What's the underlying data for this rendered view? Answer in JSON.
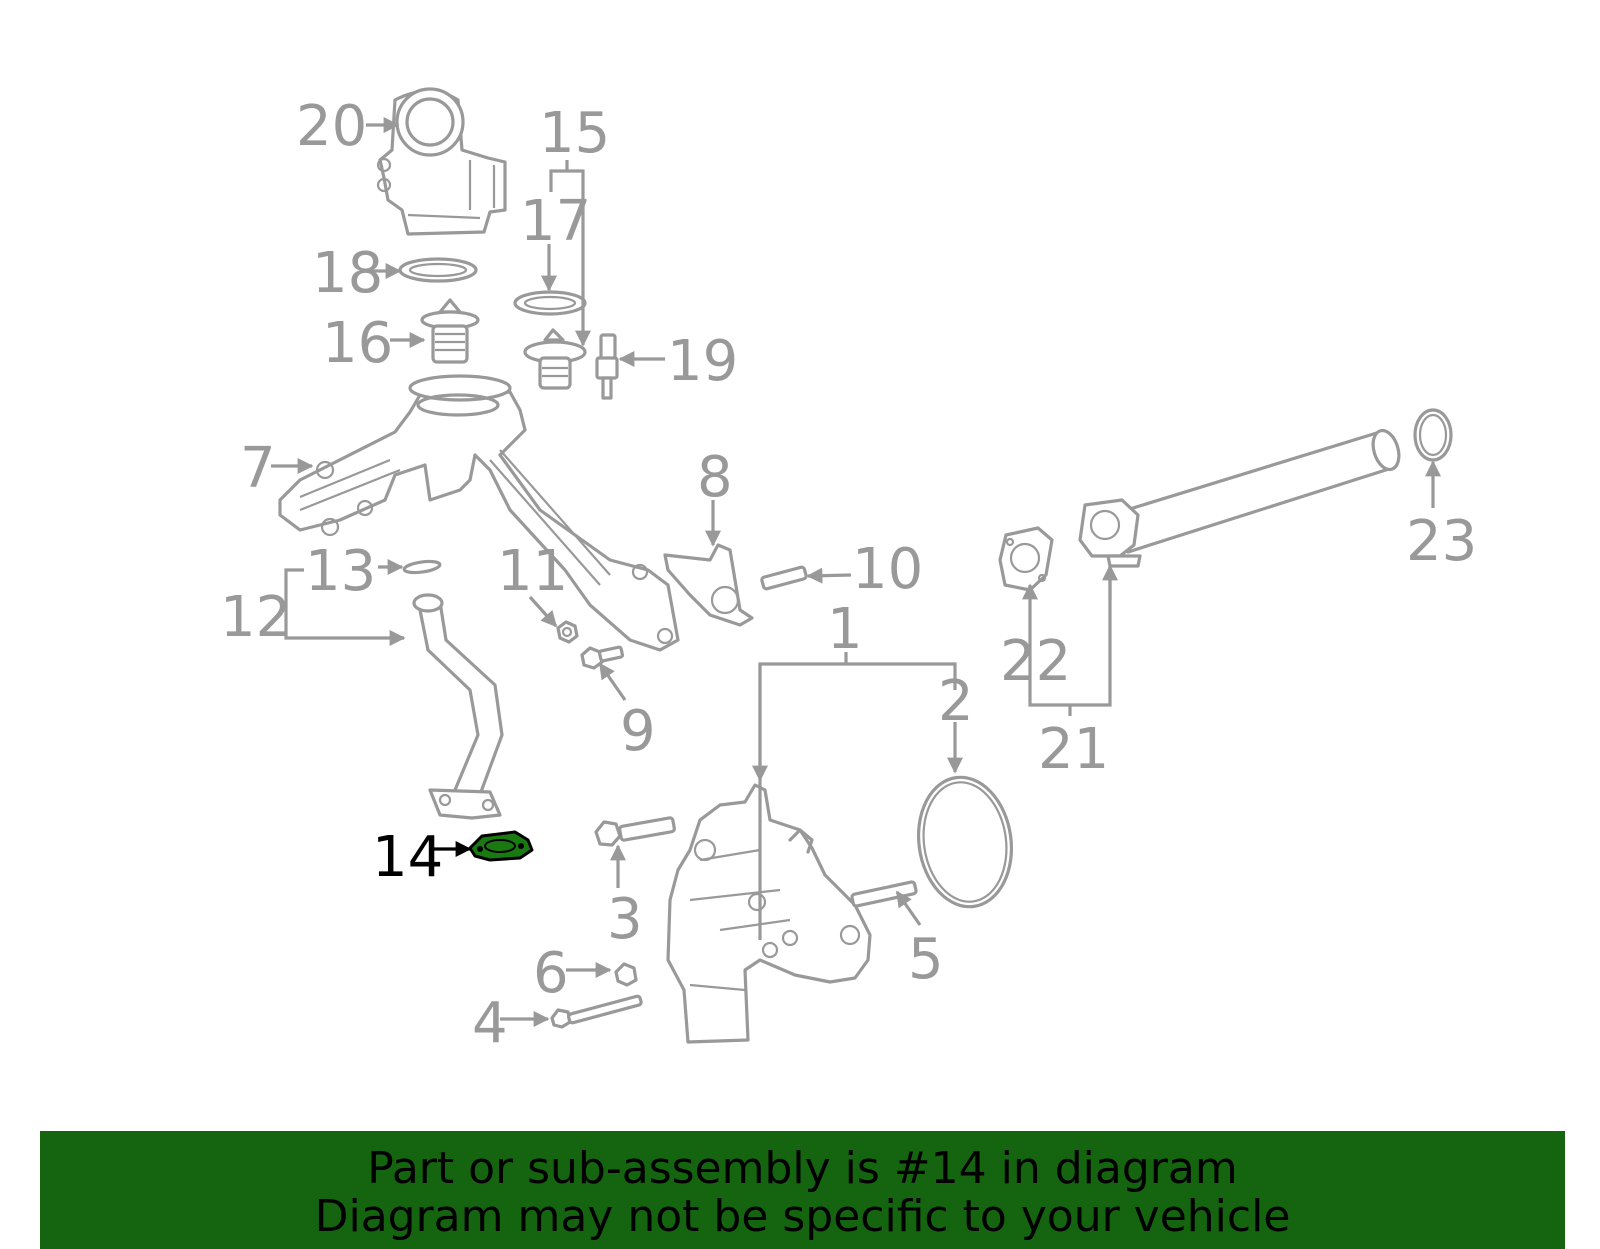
{
  "diagram": {
    "highlighted_part": "14",
    "colors": {
      "part_gray": "#999999",
      "highlight_fill": "#1a7a12",
      "highlight_label": "#000000",
      "banner_bg": "#146410"
    },
    "callouts": {
      "c1": "1",
      "c2": "2",
      "c3": "3",
      "c4": "4",
      "c5": "5",
      "c6": "6",
      "c7": "7",
      "c8": "8",
      "c9": "9",
      "c10": "10",
      "c11": "11",
      "c12": "12",
      "c13": "13",
      "c14": "14",
      "c15": "15",
      "c16": "16",
      "c17": "17",
      "c18": "18",
      "c19": "19",
      "c20": "20",
      "c21": "21",
      "c22": "22",
      "c23": "23"
    }
  },
  "banner": {
    "line1": "Part or sub-assembly is #14 in diagram",
    "line2": "Diagram may not be specific to your vehicle"
  }
}
